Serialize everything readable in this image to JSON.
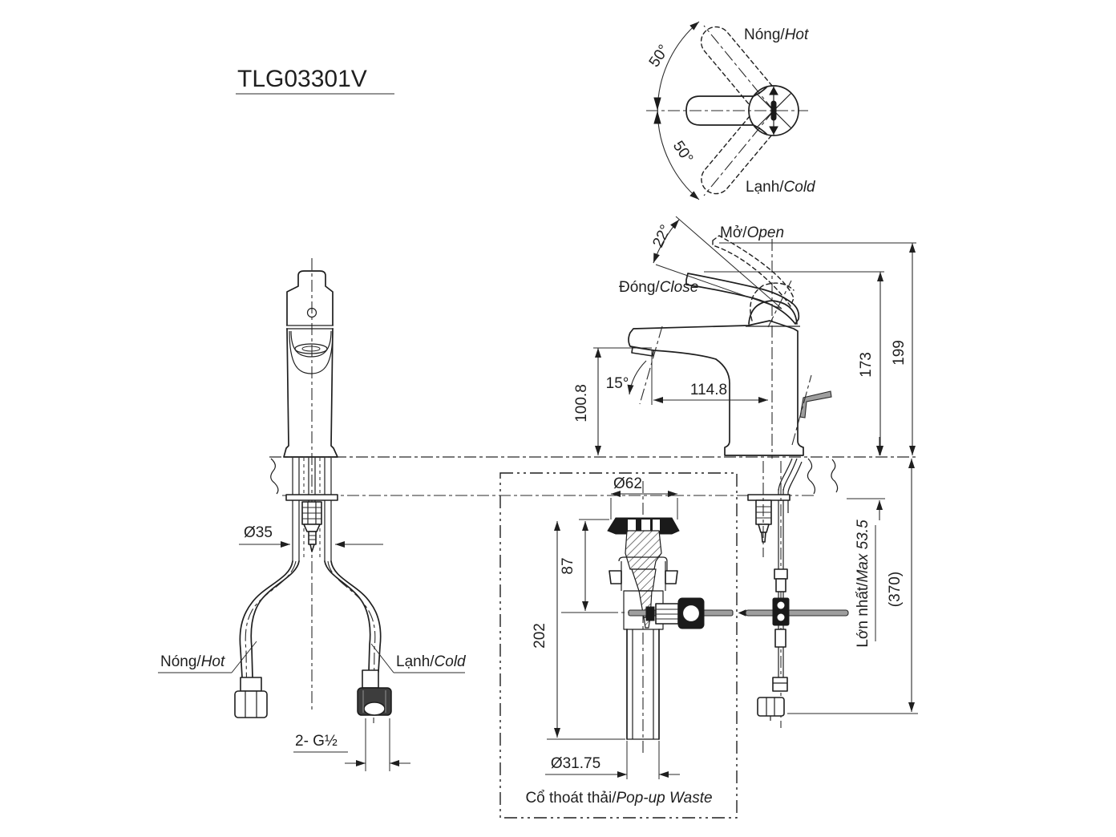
{
  "title": "TLG03301V",
  "top_view": {
    "hot_vi": "Nóng/",
    "hot_en": "Hot",
    "cold_vi": "Lạnh/",
    "cold_en": "Cold",
    "angle_upper": "50°",
    "angle_lower": "50°"
  },
  "side_view": {
    "open_vi": "Mở/",
    "open_en": "Open",
    "close_vi": "Đóng/",
    "close_en": "Close",
    "handle_angle": "22°",
    "spout_angle": "15°",
    "spout_height": "100.8",
    "spout_reach": "114.8",
    "height_closed": "173",
    "height_open": "199",
    "deck_max_vi": "Lớn nhất/",
    "deck_max_en": "Max 53.5",
    "overall_depth": "(370)"
  },
  "front_view": {
    "base_diameter": "Ø35",
    "hot_vi": "Nóng/",
    "hot_en": "Hot",
    "cold_vi": "Lạnh/",
    "cold_en": "Cold",
    "thread": "2- G½"
  },
  "popup_waste": {
    "top_diameter": "Ø62",
    "plug_depth": "87",
    "overall_length": "202",
    "tail_diameter": "Ø31.75",
    "caption_vi": "Cổ thoát thải/",
    "caption_en": "Pop-up Waste"
  }
}
